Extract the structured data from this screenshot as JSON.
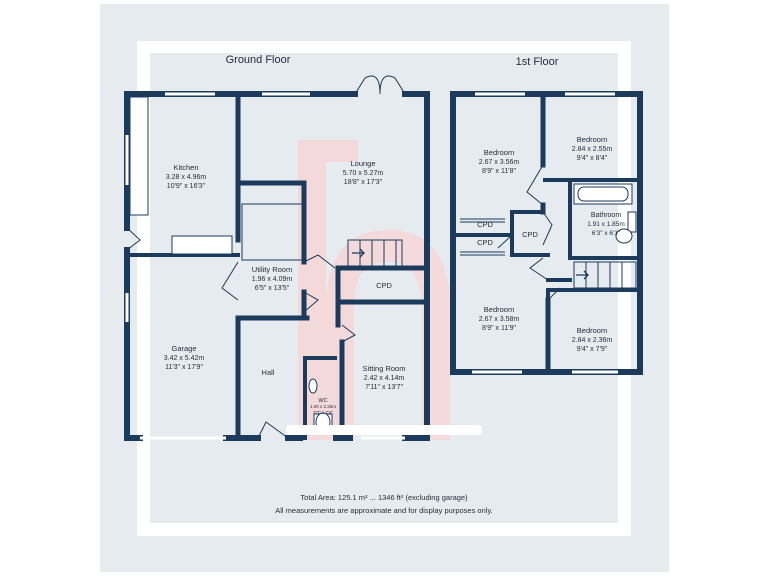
{
  "floors": {
    "ground": "Ground Floor",
    "first": "1st Floor"
  },
  "rooms": {
    "kitchen": {
      "name": "Kitchen",
      "metric": "3.28 x 4.96m",
      "imperial": "10'9\" x 16'3\""
    },
    "lounge": {
      "name": "Lounge",
      "metric": "5.70 x 5.27m",
      "imperial": "18'8\" x 17'3\""
    },
    "utility": {
      "name": "Utility Room",
      "metric": "1.96 x 4.09m",
      "imperial": "6'5\" x 13'5\""
    },
    "garage": {
      "name": "Garage",
      "metric": "3.42 x 5.42m",
      "imperial": "11'3\" x 17'9\""
    },
    "hall": {
      "name": "Hall"
    },
    "cpd_ground": {
      "name": "CPD"
    },
    "sitting": {
      "name": "Sitting Room",
      "metric": "2.42 x 4.14m",
      "imperial": "7'11\" x 13'7\""
    },
    "wc": {
      "name": "WC",
      "metric": "1.00 x 2.25m",
      "imperial": "3'3\" x 7'4\""
    },
    "bedroom1": {
      "name": "Bedroom",
      "metric": "2.67 x 3.56m",
      "imperial": "8'9\" x 11'8\""
    },
    "bedroom2": {
      "name": "Bedroom",
      "metric": "2.84 x 2.55m",
      "imperial": "9'4\" x 8'4\""
    },
    "bathroom": {
      "name": "Bathroom",
      "metric": "1.91 x 1.85m",
      "imperial": "6'3\" x 6'1\""
    },
    "cpd1": {
      "name": "CPD"
    },
    "cpd2": {
      "name": "CPD"
    },
    "cpd3": {
      "name": "CPD"
    },
    "bedroom3": {
      "name": "Bedroom",
      "metric": "2.67 x 3.58m",
      "imperial": "8'9\" x 11'9\""
    },
    "bedroom4": {
      "name": "Bedroom",
      "metric": "2.84 x 2.36m",
      "imperial": "9'4\" x 7'9\""
    }
  },
  "footer": {
    "area": "Total Area: 125.1 m² ... 1346 ft² (excluding garage)",
    "disclaimer": "All measurements are approximate and for display purposes only."
  },
  "colors": {
    "wall": "#1b3a5c",
    "background": "#e6ebef",
    "watermark": "#f6d7d7"
  }
}
